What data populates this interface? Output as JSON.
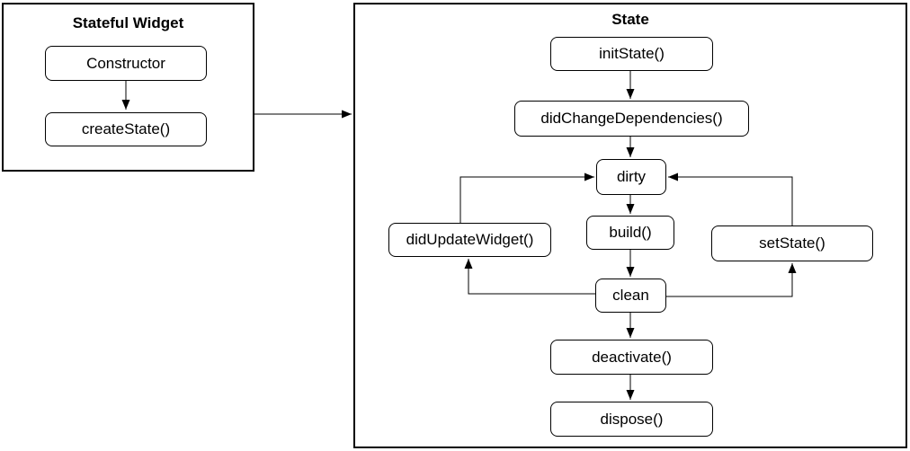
{
  "diagram": {
    "stateful_widget": {
      "title": "Stateful Widget",
      "nodes": {
        "constructor": "Constructor",
        "create_state": "createState()"
      }
    },
    "state": {
      "title": "State",
      "nodes": {
        "init_state": "initState()",
        "did_change_dependencies": "didChangeDependencies()",
        "dirty": "dirty",
        "did_update_widget": "didUpdateWidget()",
        "build": "build()",
        "set_state": "setState()",
        "clean": "clean",
        "deactivate": "deactivate()",
        "dispose": "dispose()"
      }
    },
    "colors": {
      "line": "#000000",
      "node_border": "#000000",
      "background": "#ffffff",
      "text": "#000000"
    }
  }
}
